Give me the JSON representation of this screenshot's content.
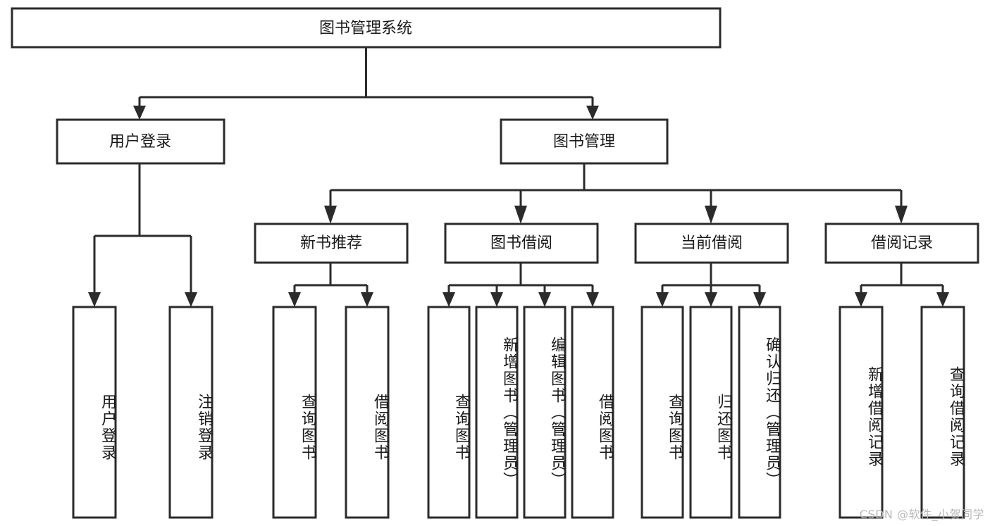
{
  "diagram": {
    "title": "图书管理系统",
    "type": "tree",
    "orientation": "top-down",
    "colors": {
      "box_fill": "#ffffff",
      "box_stroke": "#2b2b2b",
      "text": "#1a1a1a",
      "background": "#ffffff",
      "watermark": "#b9b9b9"
    },
    "levels": [
      {
        "level": 1,
        "nodes": [
          {
            "id": "root",
            "label": "图书管理系统",
            "orientation": "horizontal"
          }
        ]
      },
      {
        "level": 2,
        "nodes": [
          {
            "id": "login",
            "label": "用户登录",
            "orientation": "horizontal",
            "parent": "root"
          },
          {
            "id": "bookmgmt",
            "label": "图书管理",
            "orientation": "horizontal",
            "parent": "root"
          }
        ]
      },
      {
        "level": 3,
        "nodes": [
          {
            "id": "newbook",
            "label": "新书推荐",
            "orientation": "horizontal",
            "parent": "bookmgmt"
          },
          {
            "id": "borrow",
            "label": "图书借阅",
            "orientation": "horizontal",
            "parent": "bookmgmt"
          },
          {
            "id": "current",
            "label": "当前借阅",
            "orientation": "horizontal",
            "parent": "bookmgmt"
          },
          {
            "id": "records",
            "label": "借阅记录",
            "orientation": "horizontal",
            "parent": "bookmgmt"
          }
        ]
      },
      {
        "level": 4,
        "nodes": [
          {
            "id": "leaf-user-login",
            "label": "用户登录",
            "orientation": "vertical",
            "parent": "login"
          },
          {
            "id": "leaf-user-logout",
            "label": "注销登录",
            "orientation": "vertical",
            "parent": "login"
          },
          {
            "id": "leaf-query-book-1",
            "label": "查询图书",
            "orientation": "vertical",
            "parent": "newbook"
          },
          {
            "id": "leaf-borrow-book-1",
            "label": "借阅图书",
            "orientation": "vertical",
            "parent": "newbook"
          },
          {
            "id": "leaf-query-book-2",
            "label": "查询图书",
            "orientation": "vertical",
            "parent": "borrow"
          },
          {
            "id": "leaf-add-book",
            "label": "新增图书（管理员）",
            "orientation": "vertical",
            "parent": "borrow"
          },
          {
            "id": "leaf-edit-book",
            "label": "编辑图书（管理员）",
            "orientation": "vertical",
            "parent": "borrow"
          },
          {
            "id": "leaf-borrow-book-2",
            "label": "借阅图书",
            "orientation": "vertical",
            "parent": "borrow"
          },
          {
            "id": "leaf-query-book-3",
            "label": "查询图书",
            "orientation": "vertical",
            "parent": "current"
          },
          {
            "id": "leaf-return-book",
            "label": "归还图书",
            "orientation": "vertical",
            "parent": "current"
          },
          {
            "id": "leaf-confirm-return",
            "label": "确认归还（管理员）",
            "orientation": "vertical",
            "parent": "current"
          },
          {
            "id": "leaf-add-record",
            "label": "新增借阅记录",
            "orientation": "vertical",
            "parent": "records"
          },
          {
            "id": "leaf-query-record",
            "label": "查询借阅记录",
            "orientation": "vertical",
            "parent": "records"
          }
        ]
      }
    ]
  },
  "watermark": {
    "text": "CSDN @软件_小贺同学"
  }
}
